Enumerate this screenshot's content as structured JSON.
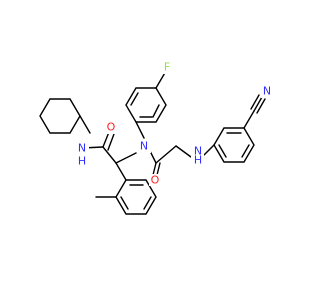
{
  "molecule": {
    "atom_labels": {
      "n_amide_h": "N",
      "h_amide": "H",
      "o_amide": "O",
      "n_tertiary": "N",
      "f": "F",
      "o_acyl": "O",
      "n_anilino": "N",
      "h_anilino": "H",
      "n_nitrile": "N"
    },
    "colors": {
      "carbon": "#000000",
      "nitrogen": "#3030ff",
      "oxygen": "#ff2020",
      "fluorine": "#90e050"
    }
  }
}
